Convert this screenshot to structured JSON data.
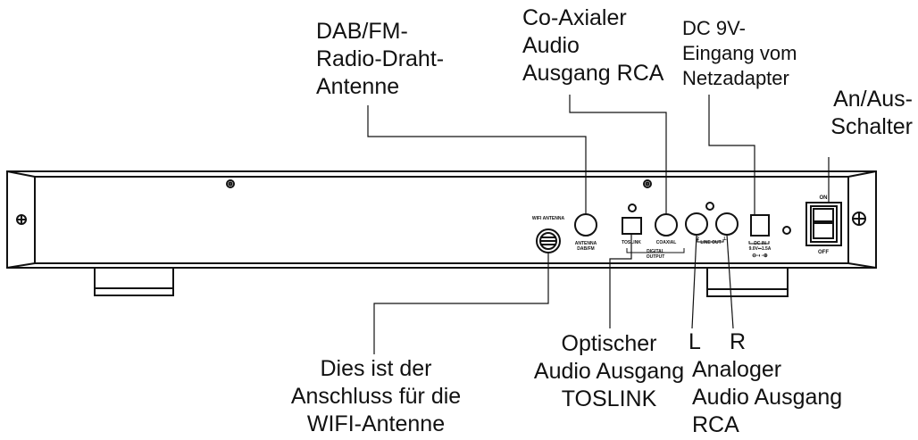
{
  "callouts": {
    "dab_fm_antenna": [
      "DAB/FM-",
      "Radio-Draht-",
      "Antenne"
    ],
    "coaxial_out": [
      "Co-Axialer",
      "Audio",
      "Ausgang RCA"
    ],
    "dc_input": [
      "DC 9V-",
      "Eingang vom",
      "Netzadapter"
    ],
    "power_switch": [
      "An/Aus-",
      "Schalter"
    ],
    "wifi_antenna": [
      "Dies ist der",
      "Anschluss für die",
      "WIFI-Antenne"
    ],
    "optical_out": [
      "Optischer",
      "Audio Ausgang",
      "TOSLINK"
    ],
    "left_channel": "L",
    "right_channel": "R",
    "analog_out": [
      "Analoger",
      "Audio Ausgang",
      "RCA"
    ]
  },
  "panel_labels": {
    "wifi_antenna": "WIFI ANTENNA",
    "antenna_line1": "ANTENNA",
    "antenna_line2": "DAB/FM",
    "toslink": "TOSLINK",
    "coaxial": "COAXIAL",
    "digital": "DIGITAL",
    "output": "OUTPUT",
    "r": "R",
    "l": "L",
    "line_out": "LINE OUT",
    "dc_in": "DC IN",
    "dc_rating": "9.0V⎓1.5A",
    "polarity": "⊖-◐-⊕",
    "on": "ON",
    "off": "OFF"
  }
}
